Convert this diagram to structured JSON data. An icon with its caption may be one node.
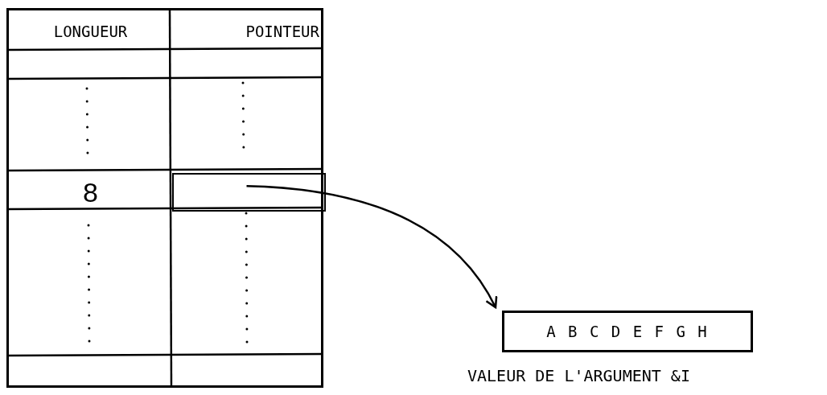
{
  "diagram": {
    "nodes": [
      {
        "text": [],
        "shape": "box"
      },
      {
        "text": [
          "LONGUEUR"
        ],
        "in": 0
      },
      {
        "text": [
          "POINTEUR"
        ],
        "in": 0
      },
      {
        "text": [
          "8"
        ],
        "in": 0
      },
      {
        "text": [],
        "shape": "box",
        "in": 0
      },
      {
        "text": [
          "A B C D E F G H"
        ],
        "beside": [
          "VALEUR DE L'ARGUMENT &I"
        ]
      }
    ],
    "edges": [
      {
        "from": 4,
        "to": 5,
        "arrow": "to"
      }
    ]
  }
}
